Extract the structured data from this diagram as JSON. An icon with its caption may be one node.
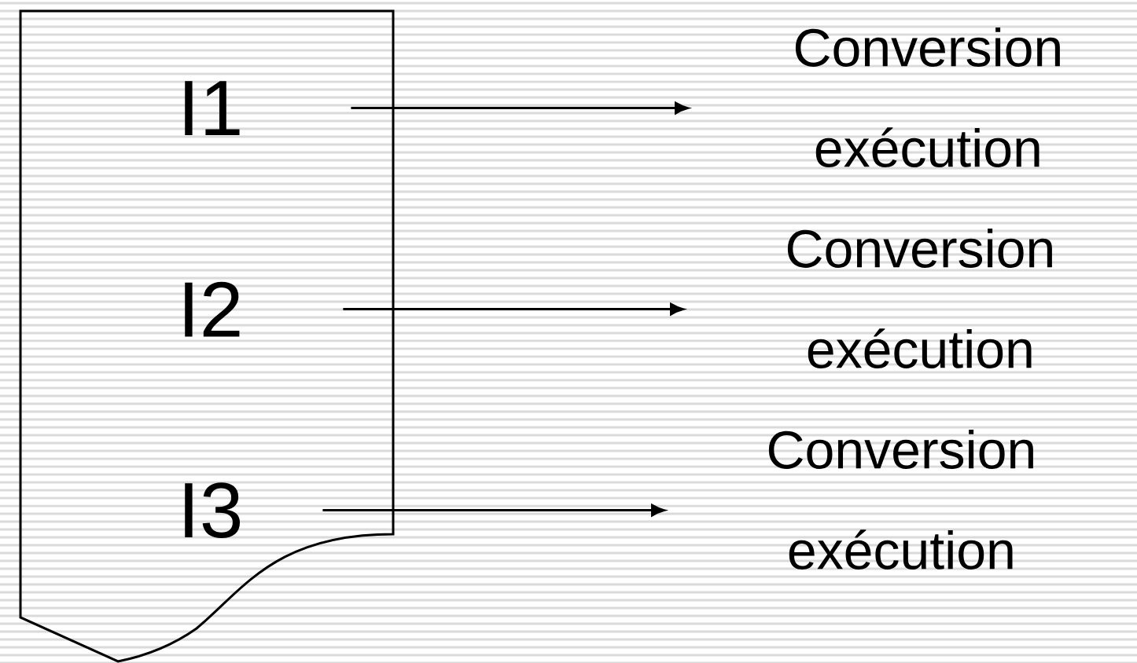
{
  "diagram": {
    "nodes": [
      {
        "text": [],
        "shape": "document"
      },
      {
        "text": [
          "I1"
        ],
        "in": 0
      },
      {
        "text": [
          "I2"
        ],
        "in": 0
      },
      {
        "text": [
          "I3"
        ],
        "in": 0
      },
      {
        "text": [
          "Conversion exécution"
        ]
      },
      {
        "text": [
          "Conversion exécution"
        ]
      },
      {
        "text": [
          "Conversion exécution"
        ]
      }
    ],
    "edges": [
      {
        "from": 1,
        "to": 4,
        "arrow": "to"
      },
      {
        "from": 2,
        "to": 5,
        "arrow": "to"
      },
      {
        "from": 3,
        "to": 6,
        "arrow": "to"
      }
    ]
  }
}
